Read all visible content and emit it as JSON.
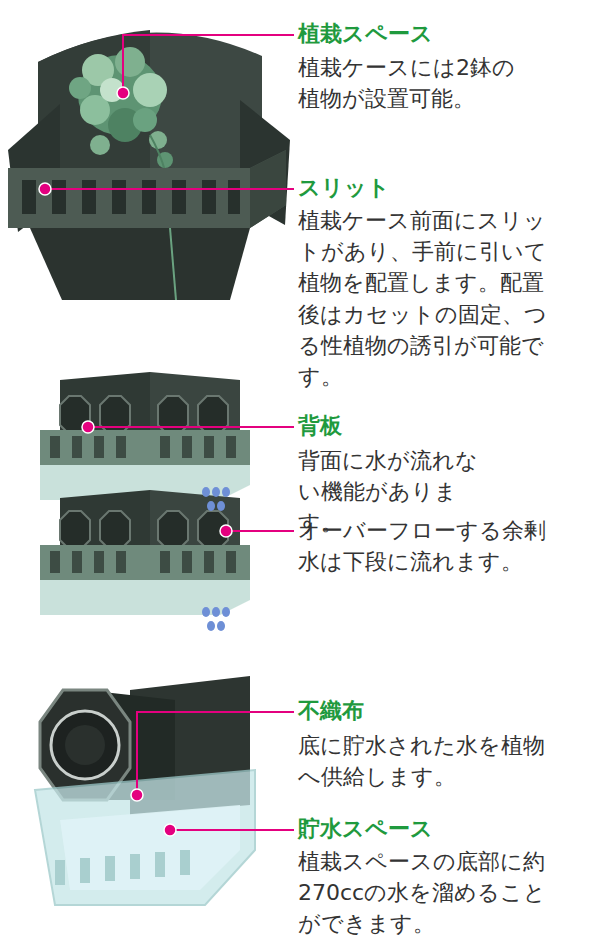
{
  "diagram": {
    "labels": [
      "植栽スペース",
      "植栽ケースには2鉢の植物が設置可能。",
      "スリット",
      "植栽ケース前面にスリットがあり、手前に引いて植物を配置します。配置後はカセットの固定、つる性植物の誘引が可能です。",
      "背板",
      "背面に水が流れない機能があります。",
      "オーバーフローする余剰水は下段に流れます。",
      "不織布",
      "底に貯水された水を植物へ供給します。",
      "貯水スペース",
      "植栽スペースの底部に約270ccの水を溜めることができます。"
    ]
  }
}
